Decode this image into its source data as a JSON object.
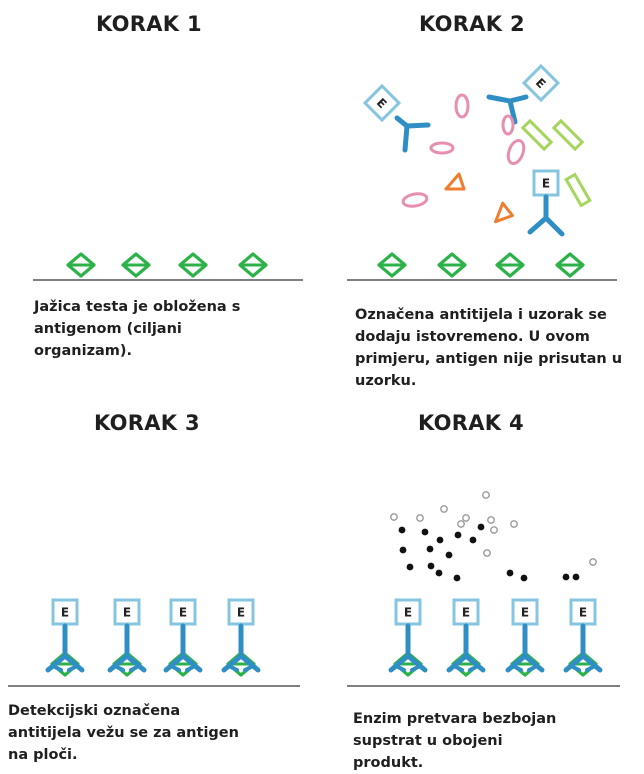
{
  "colors": {
    "antigen": "#2db24a",
    "antibody": "#2f8fc4",
    "enzyme_box": "#86c5e0",
    "sample_pink": "#e68fb0",
    "sample_orange": "#ef7d2f",
    "sample_green": "#a4d65e",
    "product": "#111111",
    "substrate": "#9a9a9a",
    "plate": "#555555",
    "text": "#1f1f1f"
  },
  "icons": [
    "antigen-diamond-icon",
    "antibody-y-icon",
    "enzyme-box-icon",
    "substrate-dot-icon",
    "product-dot-icon"
  ],
  "steps": [
    {
      "title": "KORAK 1",
      "caption": [
        "Jažica testa je obložena s",
        "antigenom (ciljani",
        "organizam)."
      ]
    },
    {
      "title": "KORAK 2",
      "caption": [
        "Označena antitijela i uzorak se",
        "dodaju istovremeno. U ovom",
        "primjeru, antigen nije prisutan u",
        "uzorku."
      ],
      "enzyme_label": "E"
    },
    {
      "title": "KORAK 3",
      "caption": [
        "Detekcijski označena",
        "antitijela vežu se za antigen",
        "na ploči."
      ],
      "enzyme_label": "E"
    },
    {
      "title": "KORAK 4",
      "caption": [
        "Enzim pretvara bezbojan",
        "supstrat u obojeni",
        "produkt."
      ],
      "enzyme_label": "E"
    }
  ]
}
